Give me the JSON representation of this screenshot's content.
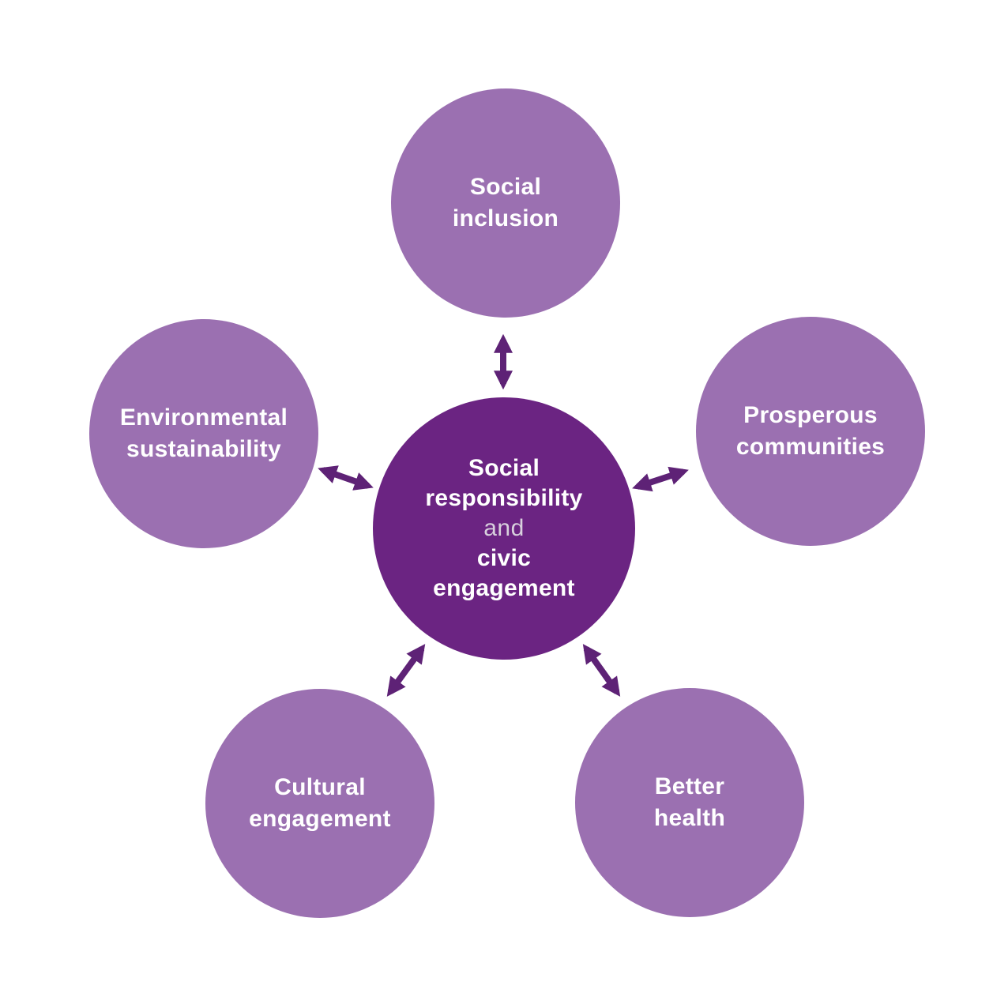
{
  "diagram": {
    "type": "hub-and-spoke",
    "center": {
      "id": "social-responsibility-civic-engagement",
      "label": "Social responsibility and civic engagement",
      "lines": [
        {
          "text": "Social",
          "style": "bold"
        },
        {
          "text": "responsibility",
          "style": "bold"
        },
        {
          "text": "and",
          "style": "light"
        },
        {
          "text": "civic",
          "style": "bold"
        },
        {
          "text": "engagement",
          "style": "bold"
        }
      ]
    },
    "satellites": [
      {
        "id": "social-inclusion",
        "label": "Social inclusion",
        "line1": "Social",
        "line2": "inclusion",
        "position": "top"
      },
      {
        "id": "prosperous-communities",
        "label": "Prosperous communities",
        "line1": "Prosperous",
        "line2": "communities",
        "position": "right"
      },
      {
        "id": "better-health",
        "label": "Better health",
        "line1": "Better",
        "line2": "health",
        "position": "bottom-right"
      },
      {
        "id": "cultural-engagement",
        "label": "Cultural engagement",
        "line1": "Cultural",
        "line2": "engagement",
        "position": "bottom-left"
      },
      {
        "id": "environmental-sustainability",
        "label": "Environmental sustainability",
        "line1": "Environmental",
        "line2": "sustainability",
        "position": "left"
      }
    ],
    "connector_icon": "double-headed-arrow",
    "connector_count": 5
  },
  "colors": {
    "background": "#ffffff",
    "center-fill": "#6b2482",
    "satellite-fill": "#9b70b1",
    "arrow": "#5e2276",
    "center-text": "#ffffff",
    "satellite-text": "#ffffff",
    "and-text": "#d8d0dd"
  }
}
